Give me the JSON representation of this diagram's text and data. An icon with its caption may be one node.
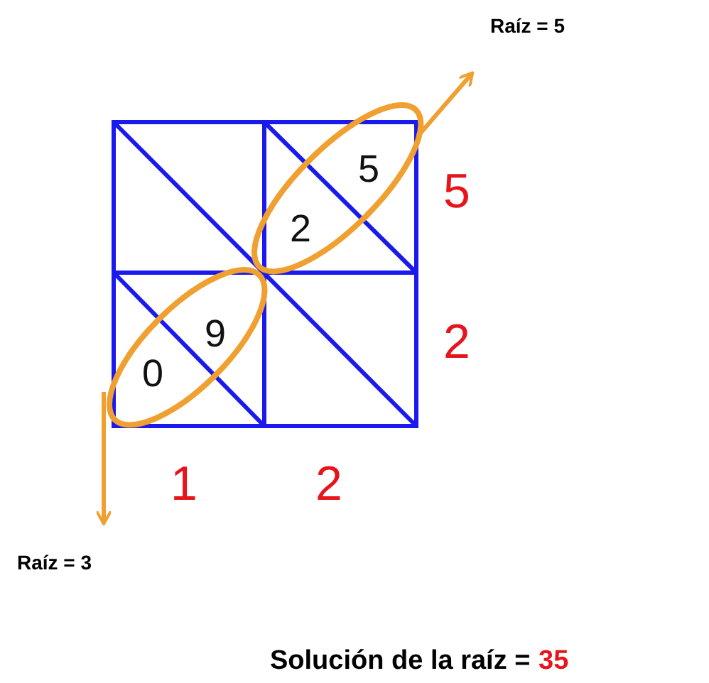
{
  "diagram": {
    "nodes": [
      {
        "text": [
          "5",
          "2"
        ]
      },
      {
        "text": [
          "Raíz = 5"
        ]
      },
      {
        "text": [
          "9",
          "0"
        ]
      },
      {
        "text": [
          "Raíz = 3"
        ]
      }
    ],
    "edges": [
      {
        "from": 0,
        "to": 1,
        "arrow": "to",
        "color": "#f0a030"
      },
      {
        "from": 2,
        "to": 3,
        "arrow": "to",
        "color": "#f0a030"
      }
    ],
    "labels": [
      "5",
      "2",
      "1",
      "2",
      "Solución de la raíz =",
      "35"
    ]
  }
}
